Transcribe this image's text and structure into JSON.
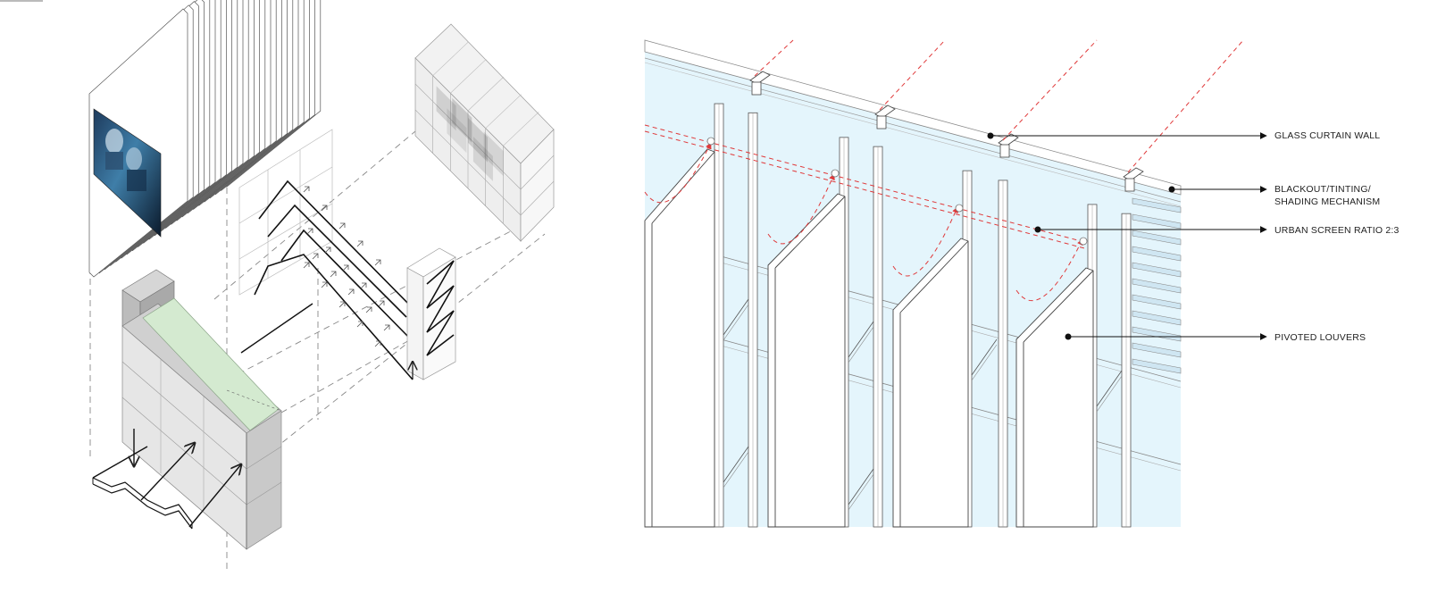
{
  "diagram": {
    "labels": [
      {
        "id": "glass",
        "lines": [
          "GLASS CURTAIN WALL"
        ]
      },
      {
        "id": "blackout",
        "lines": [
          "BLACKOUT/TINTING/",
          "SHADING MECHANISM"
        ]
      },
      {
        "id": "urban",
        "lines": [
          "URBAN SCREEN RATIO 2:3"
        ]
      },
      {
        "id": "louvers",
        "lines": [
          "PIVOTED LOUVERS"
        ]
      }
    ],
    "colors": {
      "glass": "#e4f5fc",
      "green_roof": "#d4ead0",
      "red_dash": "#e0393a",
      "line": "#333333",
      "grey_block": "#cfcfcf"
    },
    "icons": [
      "arrow-head-icon"
    ]
  }
}
